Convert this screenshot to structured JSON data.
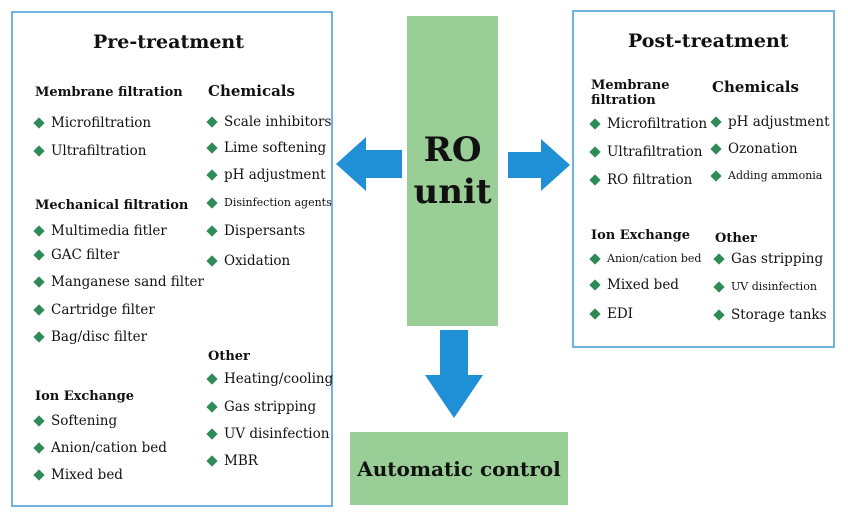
{
  "pre": {
    "title": "Pre-treatment",
    "membrane": {
      "heading": "Membrane filtration",
      "items": [
        "Microfiltration",
        "Ultrafiltration"
      ]
    },
    "mechanical": {
      "heading": "Mechanical filtration",
      "items": [
        "Multimedia fitler",
        "GAC filter",
        "Manganese sand filter",
        "Cartridge filter",
        "Bag/disc filter"
      ]
    },
    "ion": {
      "heading": "Ion Exchange",
      "items": [
        "Softening",
        "Anion/cation bed",
        "Mixed bed"
      ]
    },
    "chemicals": {
      "heading": "Chemicals",
      "items": [
        "Scale inhibitors",
        "Lime softening",
        "pH adjustment",
        "Disinfection agents",
        "Dispersants",
        "Oxidation"
      ]
    },
    "other": {
      "heading": "Other",
      "items": [
        "Heating/cooling",
        "Gas stripping",
        "UV disinfection",
        "MBR"
      ]
    }
  },
  "ro": {
    "line1": "RO",
    "line2": "unit"
  },
  "post": {
    "title": "Post-treatment",
    "membrane": {
      "heading_line1": "Membrane",
      "heading_line2": "filtration",
      "items": [
        "Microfiltration",
        "Ultrafiltration",
        "RO filtration"
      ]
    },
    "chemicals": {
      "heading": "Chemicals",
      "items": [
        "pH adjustment",
        "Ozonation",
        "Adding ammonia"
      ]
    },
    "ion": {
      "heading": "Ion Exchange",
      "items": [
        "Anion/cation bed",
        "Mixed bed",
        "EDI"
      ]
    },
    "other": {
      "heading": "Other",
      "items": [
        "Gas stripping",
        "UV disinfection",
        "Storage tanks"
      ]
    }
  },
  "automatic": {
    "label": "Automatic control"
  },
  "colors": {
    "box_border": "#6fb3de",
    "green_box": "#99cf96",
    "arrow": "#1f8fd6",
    "bullet": "#2e8b57"
  }
}
